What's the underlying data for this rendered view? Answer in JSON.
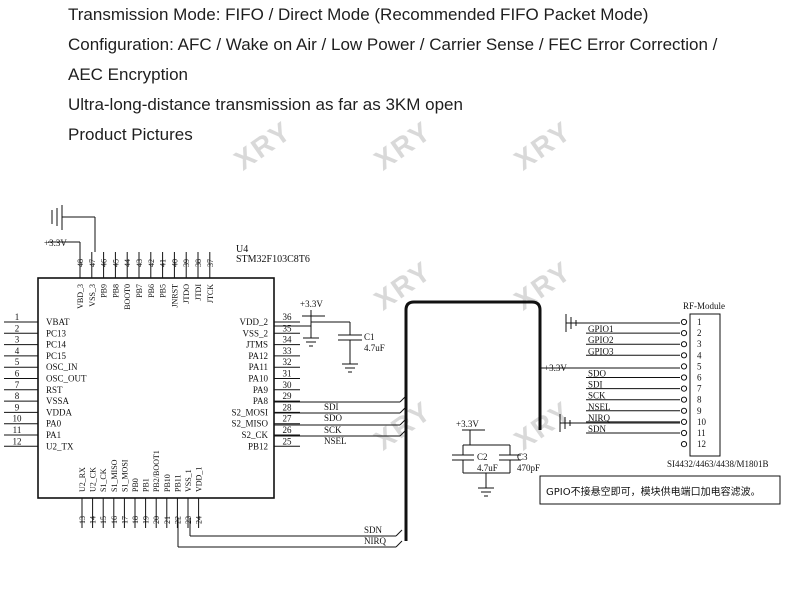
{
  "intro": {
    "lines": [
      "Transmission Mode: FIFO / Direct Mode (Recommended FIFO Packet Mode)",
      "Configuration: AFC / Wake on Air / Low Power / Carrier Sense / FEC Error Correction /",
      "AEC Encryption",
      "Ultra-long-distance transmission as far as 3KM open",
      "Product Pictures"
    ]
  },
  "watermark": "XRY",
  "schematic": {
    "mcu": {
      "ref": "U4",
      "part": "STM32F103C8T6",
      "power_label": "+3.3V",
      "left_pins": [
        {
          "num": "1",
          "name": "VBAT"
        },
        {
          "num": "2",
          "name": "PC13"
        },
        {
          "num": "3",
          "name": "PC14"
        },
        {
          "num": "4",
          "name": "PC15"
        },
        {
          "num": "5",
          "name": "OSC_IN"
        },
        {
          "num": "6",
          "name": "OSC_OUT"
        },
        {
          "num": "7",
          "name": "RST"
        },
        {
          "num": "8",
          "name": "VSSA"
        },
        {
          "num": "9",
          "name": "VDDA"
        },
        {
          "num": "10",
          "name": "PA0"
        },
        {
          "num": "11",
          "name": "PA1"
        },
        {
          "num": "12",
          "name": "U2_TX"
        }
      ],
      "right_pins": [
        {
          "num": "36",
          "name": "VDD_2"
        },
        {
          "num": "35",
          "name": "VSS_2"
        },
        {
          "num": "34",
          "name": "JTMS"
        },
        {
          "num": "33",
          "name": "PA12"
        },
        {
          "num": "32",
          "name": "PA11"
        },
        {
          "num": "31",
          "name": "PA10"
        },
        {
          "num": "30",
          "name": "PA9"
        },
        {
          "num": "29",
          "name": "PA8"
        },
        {
          "num": "28",
          "name": "S2_MOSI"
        },
        {
          "num": "27",
          "name": "S2_MISO"
        },
        {
          "num": "26",
          "name": "S2_CK"
        },
        {
          "num": "25",
          "name": "PB12"
        }
      ],
      "top_pins": [
        {
          "num": "48",
          "name": "VBD_3"
        },
        {
          "num": "47",
          "name": "VSS_3"
        },
        {
          "num": "46",
          "name": "PB9"
        },
        {
          "num": "45",
          "name": "PB8"
        },
        {
          "num": "44",
          "name": "BOOT0"
        },
        {
          "num": "43",
          "name": "PB7"
        },
        {
          "num": "42",
          "name": "PB6"
        },
        {
          "num": "41",
          "name": "PB5"
        },
        {
          "num": "40",
          "name": "JNRST"
        },
        {
          "num": "39",
          "name": "JTDO"
        },
        {
          "num": "38",
          "name": "JTDI"
        },
        {
          "num": "37",
          "name": "JTCK"
        }
      ],
      "bottom_pins": [
        {
          "num": "13",
          "name": "U2_RX"
        },
        {
          "num": "14",
          "name": "U2_CK"
        },
        {
          "num": "15",
          "name": "S1_CK"
        },
        {
          "num": "16",
          "name": "S1_MISO"
        },
        {
          "num": "17",
          "name": "S1_MOSI"
        },
        {
          "num": "18",
          "name": "PB0"
        },
        {
          "num": "19",
          "name": "PB1"
        },
        {
          "num": "20",
          "name": "PB2/BOOT1"
        },
        {
          "num": "21",
          "name": "PB10"
        },
        {
          "num": "22",
          "name": "PB11"
        },
        {
          "num": "23",
          "name": "VSS_1"
        },
        {
          "num": "24",
          "name": "VDD_1"
        }
      ]
    },
    "nets": {
      "right": [
        "SDI",
        "SDO",
        "SCK",
        "NSEL"
      ],
      "bottom": [
        "SDN",
        "NIRQ"
      ]
    },
    "caps": {
      "top": {
        "power": "+3.3V",
        "ref": "C1",
        "value": "4.7uF"
      },
      "bottom": {
        "power": "+3.3V",
        "c2_ref": "C2",
        "c2_value": "4.7uF",
        "c3_ref": "C3",
        "c3_value": "470pF"
      }
    },
    "module": {
      "title": "RF-Module",
      "part": "SI4432/4463/4438/M1801B",
      "power_label": "+3.3V",
      "pins": [
        {
          "num": "1",
          "name": ""
        },
        {
          "num": "2",
          "name": "GPIO1"
        },
        {
          "num": "3",
          "name": "GPIO2"
        },
        {
          "num": "4",
          "name": "GPIO3"
        },
        {
          "num": "5",
          "name": ""
        },
        {
          "num": "6",
          "name": "SDO"
        },
        {
          "num": "7",
          "name": "SDI"
        },
        {
          "num": "8",
          "name": "SCK"
        },
        {
          "num": "9",
          "name": "NSEL"
        },
        {
          "num": "10",
          "name": "NIRQ"
        },
        {
          "num": "11",
          "name": "SDN"
        },
        {
          "num": "12",
          "name": ""
        }
      ]
    },
    "note": "GPIO不接悬空即可，模块供电端口加电容滤波。"
  }
}
